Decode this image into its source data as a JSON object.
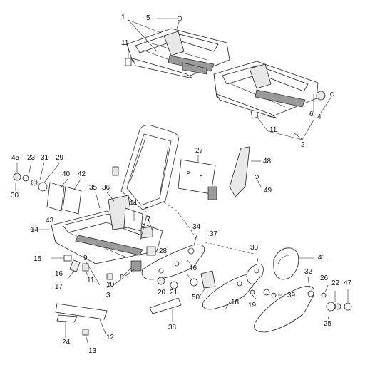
{
  "diagram": {
    "highlight_color": "#f4a3a3",
    "highlighted_callout": "33",
    "callouts": {
      "c1": "1",
      "c2": "2",
      "c3a": "3",
      "c3b": "3",
      "c3c": "3",
      "c4": "4",
      "c5": "5",
      "c6": "6",
      "c7": "7",
      "c8": "8",
      "c9": "9",
      "c10": "10",
      "c11a": "11",
      "c11b": "11",
      "c11c": "11",
      "c12": "12",
      "c13": "13",
      "c14": "14",
      "c15": "15",
      "c16": "16",
      "c17": "17",
      "c18": "18",
      "c19": "19",
      "c20": "20",
      "c21": "21",
      "c22": "22",
      "c23": "23",
      "c24": "24",
      "c25": "25",
      "c26": "26",
      "c27": "27",
      "c28": "28",
      "c29": "29",
      "c30": "30",
      "c31": "31",
      "c32": "32",
      "c33": "33",
      "c34": "34",
      "c35": "35",
      "c36": "36",
      "c37": "37",
      "c38": "38",
      "c39": "39",
      "c40": "40",
      "c41": "41",
      "c42": "42",
      "c43": "43",
      "c44": "44",
      "c45": "45",
      "c46": "46",
      "c47": "47",
      "c48": "48",
      "c49": "49",
      "c50": "50"
    }
  }
}
